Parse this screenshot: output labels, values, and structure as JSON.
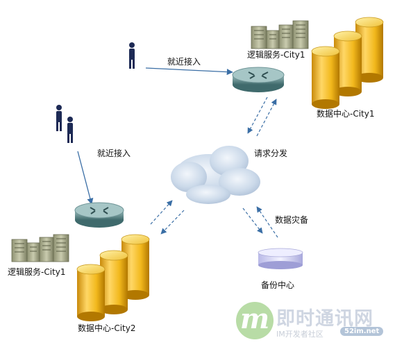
{
  "labels": {
    "access_top": "就近接入",
    "access_left": "就近接入",
    "logic_city1_top": "逻辑服务-City1",
    "logic_city1_bottom": "逻辑服务-City1",
    "dc_city1": "数据中心-City1",
    "dc_city2": "数据中心-City2",
    "request_dispatch": "请求分发",
    "data_backup": "数据灾备",
    "backup_center": "备份中心"
  },
  "watermark": {
    "logo_letter": "m",
    "title": "即时通讯网",
    "subtitle": "IM开发者社区",
    "url": "52im.net"
  },
  "colors": {
    "db_gold": "#f2b81c",
    "router": "#5f8b8d",
    "cloud": "#c9d9ec",
    "arrow": "#3a6ea5",
    "person": "#1d2a55",
    "server": "#a8ab8a"
  }
}
